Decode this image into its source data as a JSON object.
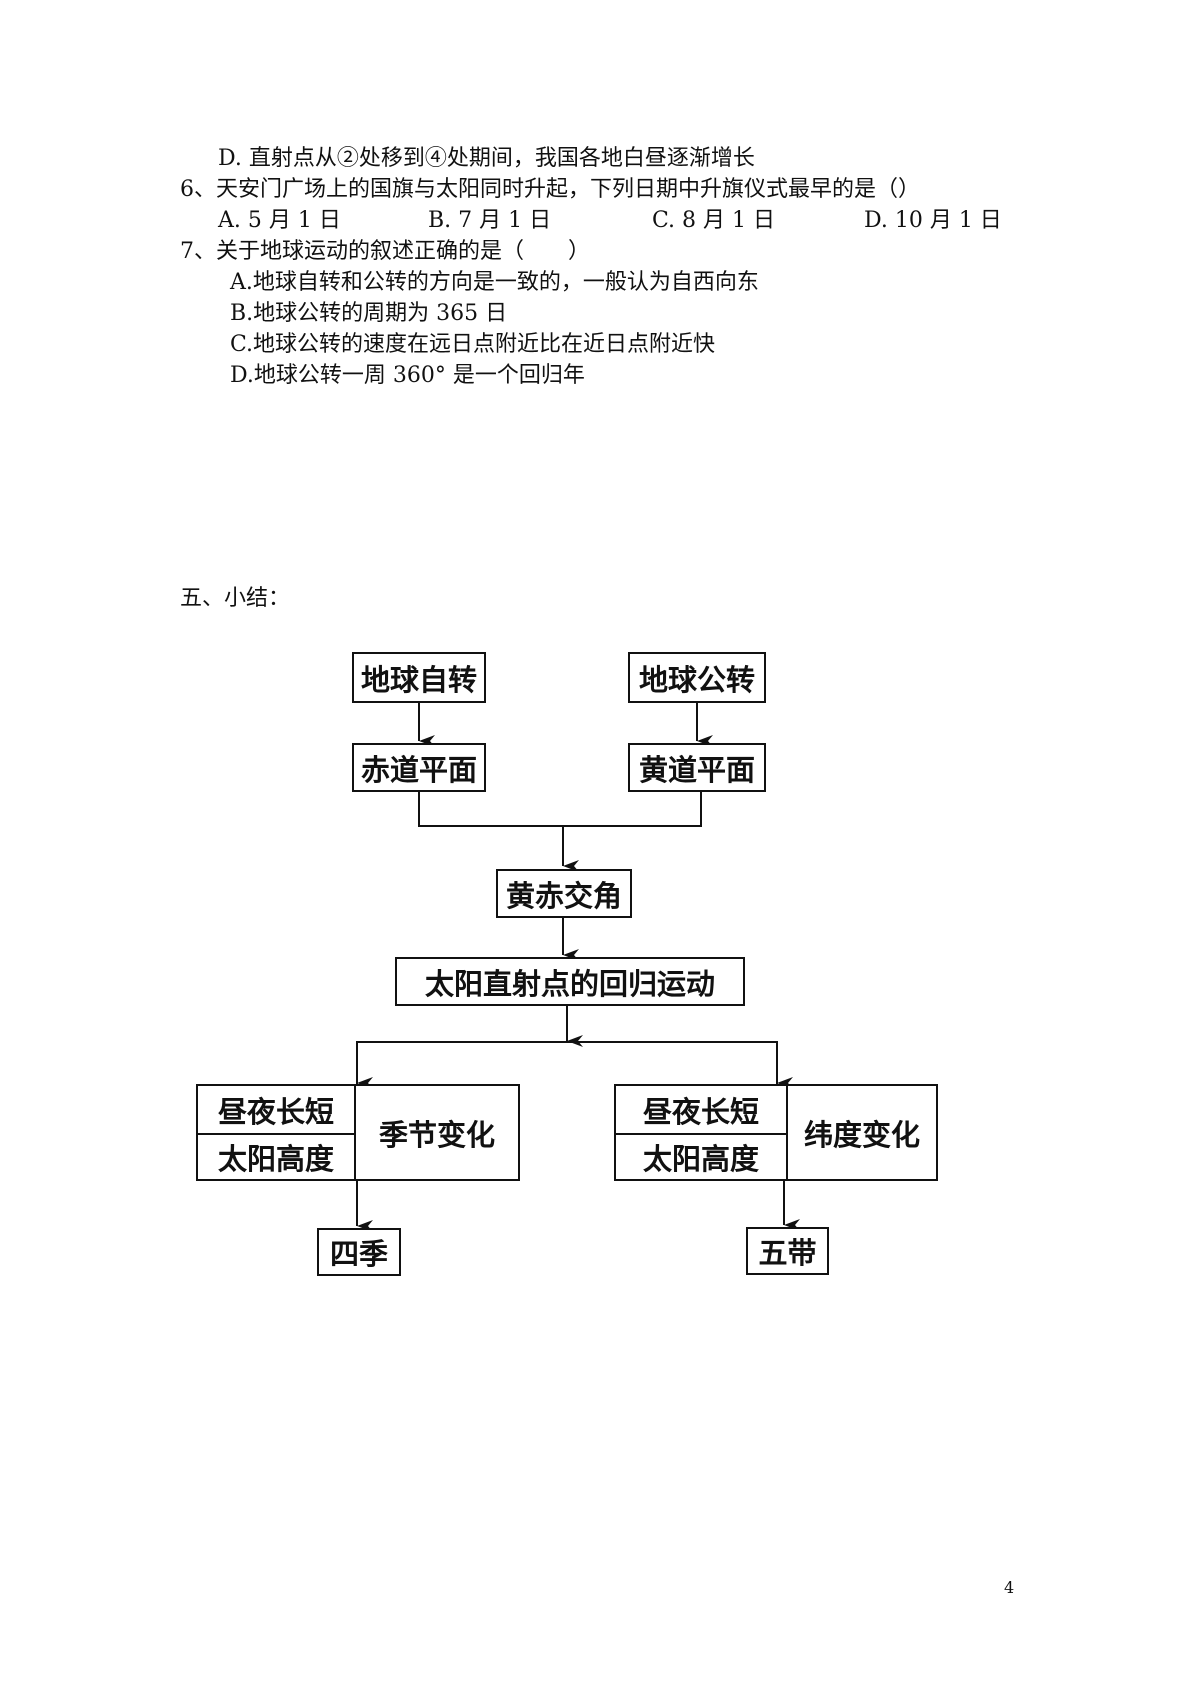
{
  "questions": {
    "q5_option_d": "D. 直射点从②处移到④处期间，我国各地白昼逐渐增长",
    "q6": {
      "stem": "6、天安门广场上的国旗与太阳同时升起，下列日期中升旗仪式最早的是（）",
      "options": [
        "A. 5 月 1 日",
        "B. 7 月 1 日",
        "C. 8 月 1 日",
        "D. 10 月 1 日"
      ]
    },
    "q7": {
      "stem": "7、关于地球运动的叙述正确的是（　　）",
      "options": [
        "A.地球自转和公转的方向是一致的，一般认为自西向东",
        "B.地球公转的周期为 365 日",
        "C.地球公转的速度在远日点附近比在近日点附近快",
        "D.地球公转一周 360° 是一个回归年"
      ]
    }
  },
  "summary": {
    "heading": "五、小结：",
    "diagram": {
      "rotation": "地球自转",
      "revolution": "地球公转",
      "equatorial_plane": "赤道平面",
      "ecliptic_plane": "黄道平面",
      "obliquity": "黄赤交角",
      "subsolar_migration": "太阳直射点的回归运动",
      "left_group": {
        "row1": "昼夜长短",
        "row2": "太阳高度",
        "label": "季节变化",
        "result": "四季"
      },
      "right_group": {
        "row1": "昼夜长短",
        "row2": "太阳高度",
        "label": "纬度变化",
        "result": "五带"
      }
    }
  },
  "page_number": "4"
}
